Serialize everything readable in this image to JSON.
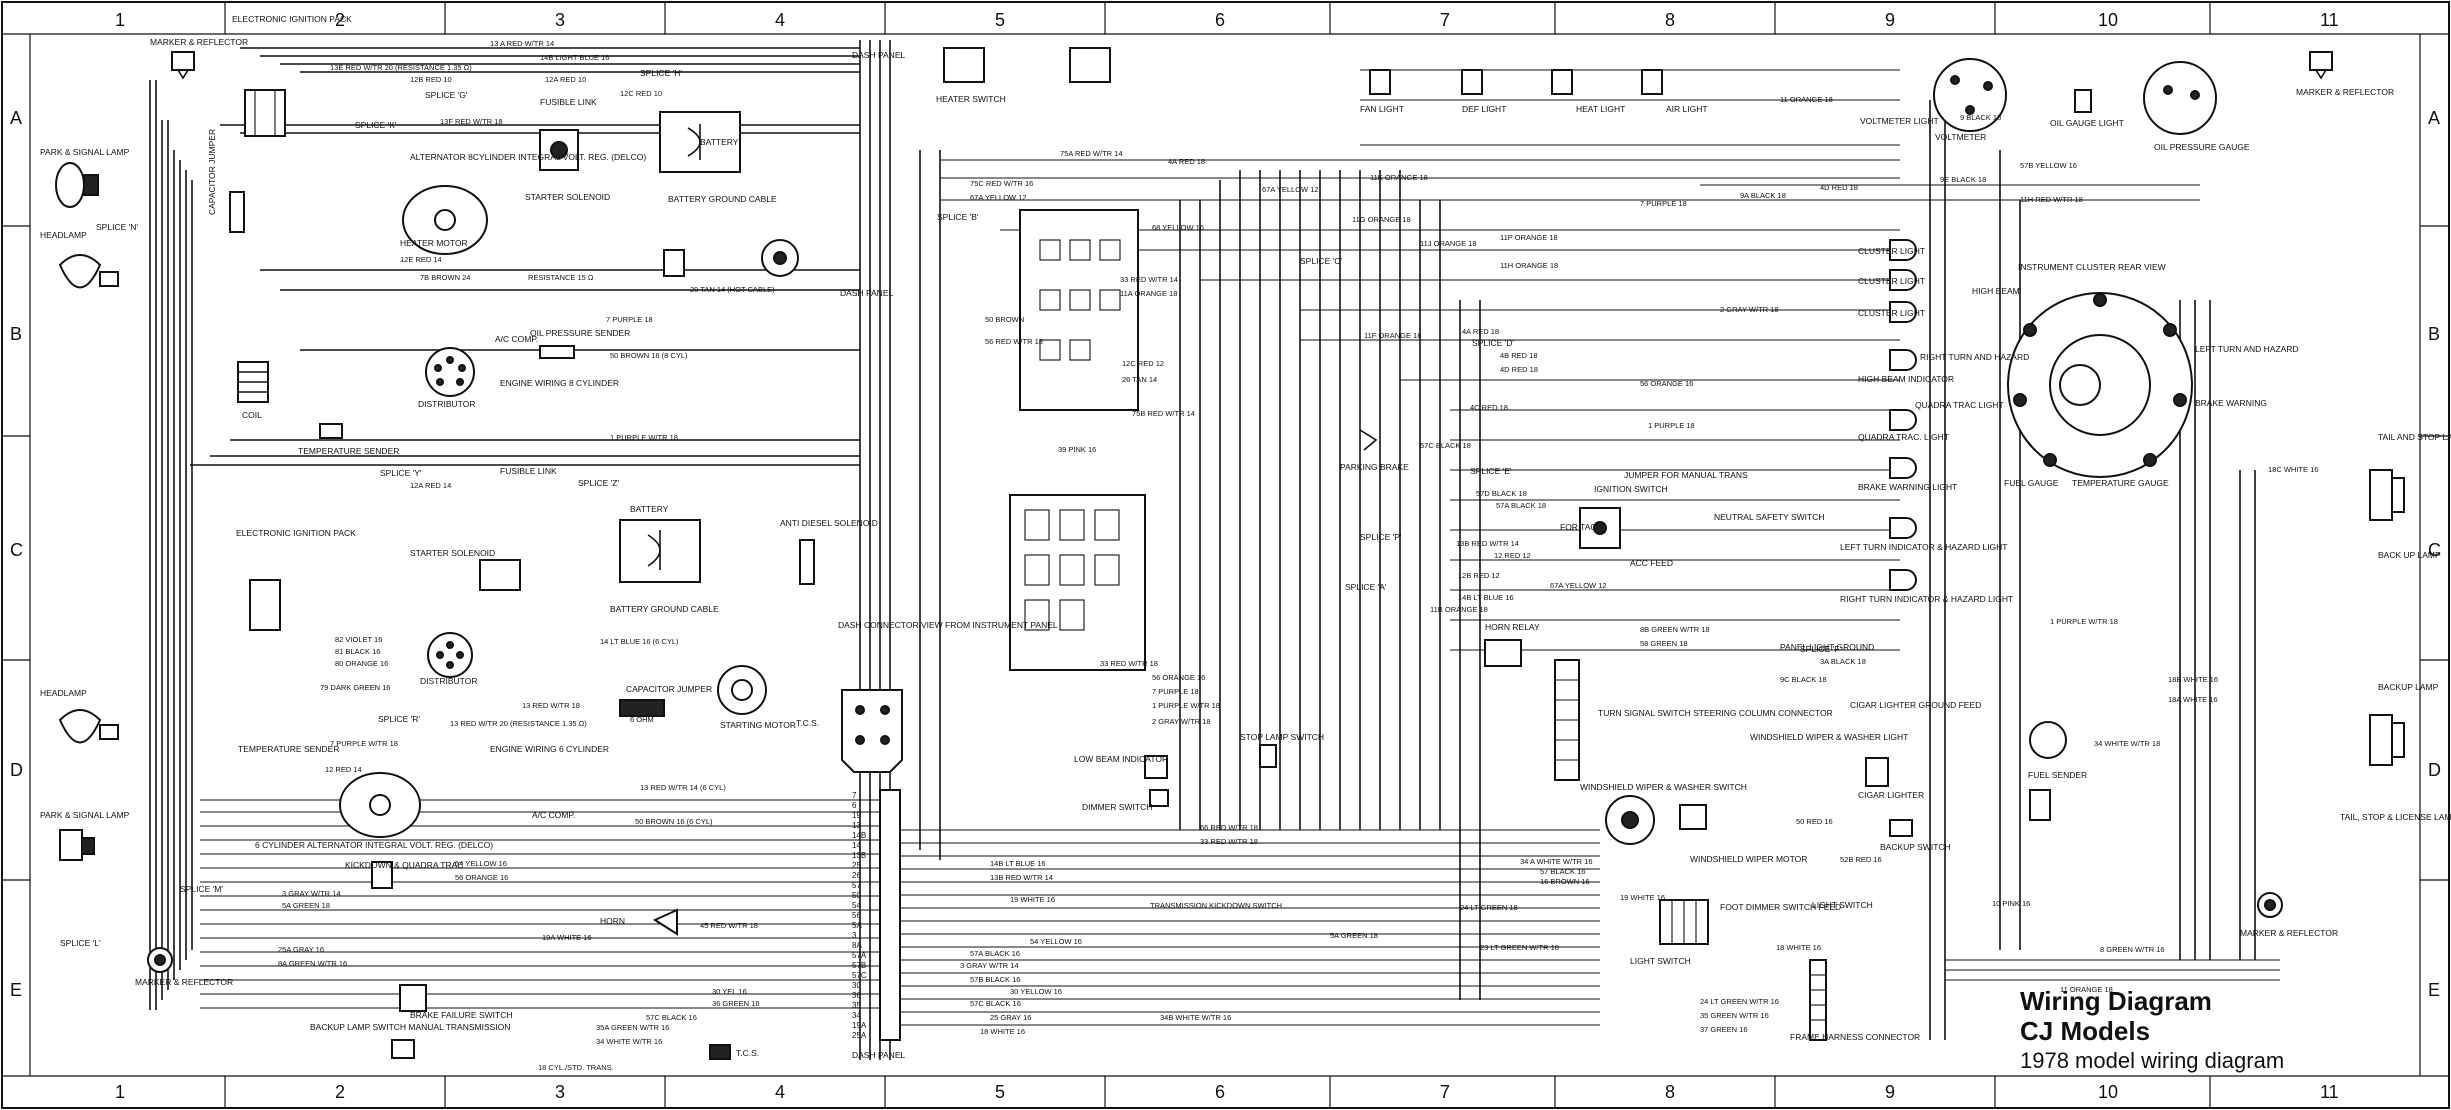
{
  "title": {
    "line1": "Wiring Diagram",
    "line2": "CJ Models",
    "subtitle": "1978 model wiring diagram"
  },
  "grid": {
    "columns": [
      "1",
      "2",
      "3",
      "4",
      "5",
      "6",
      "7",
      "8",
      "9",
      "10",
      "11"
    ],
    "rows": [
      "A",
      "B",
      "C",
      "D",
      "E"
    ]
  },
  "components": {
    "marker_reflector_tl": "MARKER & REFLECTOR",
    "park_signal_top": "PARK & SIGNAL LAMP",
    "headlamp_top": "HEADLAMP",
    "headlamp_bottom": "HEADLAMP",
    "park_signal_bottom": "PARK & SIGNAL LAMP",
    "marker_reflector_bl": "MARKER & REFLECTOR",
    "electronic_ignition_top": "ELECTRONIC IGNITION PACK",
    "electronic_ignition_bottom": "ELECTRONIC IGNITION PACK",
    "capacitor_jumper": "CAPACITOR JUMPER",
    "coil": "COIL",
    "distributor_top": "DISTRIBUTOR",
    "distributor_bottom": "DISTRIBUTOR",
    "alternator_top": "ALTERNATOR 8CYLINDER INTEGRAL VOLT. REG. (DELCO)",
    "alternator_bottom": "6 CYLINDER ALTERNATOR INTEGRAL VOLT. REG. (DELCO)",
    "starter_solenoid_top": "STARTER SOLENOID",
    "starter_solenoid_bottom": "STARTER SOLENOID",
    "battery_top": "BATTERY",
    "battery_bottom": "BATTERY",
    "battery_ground_top": "BATTERY GROUND CABLE",
    "battery_ground_bottom": "BATTERY GROUND CABLE",
    "fusible_link_top": "FUSIBLE LINK",
    "fusible_link_bottom": "FUSIBLE LINK",
    "heater_motor": "HEATER MOTOR",
    "oil_pressure_sender_top": "OIL PRESSURE SENDER",
    "engine_wiring_8": "ENGINE WIRING 8 CYLINDER",
    "engine_wiring_6": "ENGINE WIRING 6 CYLINDER",
    "temperature_sender_top": "TEMPERATURE SENDER",
    "temperature_sender_bottom": "TEMPERATURE SENDER",
    "anti_diesel": "ANTI DIESEL SOLENOID",
    "starting_motor": "STARTING MOTOR",
    "kickdown": "KICKDOWN & QUADRA TRAC",
    "horn": "HORN",
    "brake_failure": "BRAKE FAILURE SWITCH",
    "backup_lamp_switch": "BACKUP LAMP SWITCH MANUAL TRANSMISSION",
    "dash_panel": "DASH PANEL",
    "dash_connector": "DASH CONNECTOR VIEW FROM INSTRUMENT PANEL",
    "heater_switch": "HEATER SWITCH",
    "fan_light": "FAN LIGHT",
    "def_light": "DEF LIGHT",
    "heat_light": "HEAT LIGHT",
    "air_light": "AIR LIGHT",
    "voltmeter": "VOLTMETER",
    "voltmeter_light": "VOLTMETER LIGHT",
    "oil_gauge_light": "OIL GAUGE LIGHT",
    "oil_pressure_gauge": "OIL PRESSURE GAUGE",
    "marker_reflector_tr": "MARKER & REFLECTOR",
    "cluster_light": "CLUSTER LIGHT",
    "high_beam_indicator": "HIGH BEAM INDICATOR",
    "quadra_trac_light": "QUADRA TRAC. LIGHT",
    "brake_warning_light": "BRAKE WARNING LIGHT",
    "left_turn_indicator": "LEFT TURN INDICATOR & HAZARD LIGHT",
    "right_turn_indicator": "RIGHT TURN INDICATOR & HAZARD LIGHT",
    "instrument_cluster_rear": "INSTRUMENT CLUSTER REAR VIEW",
    "high_beam": "HIGH BEAM",
    "right_turn_hazard": "RIGHT TURN AND HAZARD",
    "quadra_trac_light2": "QUADRA TRAC LIGHT",
    "left_turn_hazard": "LEFT TURN AND HAZARD",
    "brake_warning": "BRAKE WARNING",
    "fuel_gauge": "FUEL GAUGE",
    "temperature_gauge": "TEMPERATURE GAUGE",
    "tail_stop_lamp": "TAIL AND STOP LAMP",
    "back_up_lamp": "BACK UP LAMP",
    "backup_lamp": "BACKUP LAMP",
    "tail_stop_license": "TAIL, STOP & LICENSE LAMP",
    "marker_reflector_br": "MARKER & REFLECTOR",
    "fuel_sender": "FUEL SENDER",
    "ignition_switch": "IGNITION SWITCH",
    "jumper_manual_trans": "JUMPER FOR MANUAL TRANS",
    "neutral_safety": "NEUTRAL SAFETY SWITCH",
    "horn_relay": "HORN RELAY",
    "turn_signal_switch": "TURN SIGNAL SWITCH STEERING COLUMN CONNECTOR",
    "windshield_wiper_switch": "WINDSHIELD WIPER & WASHER SWITCH",
    "windshield_wiper_light": "WINDSHIELD WIPER & WASHER LIGHT",
    "windshield_wiper_motor": "WINDSHIELD WIPER MOTOR",
    "cigar_lighter": "CIGAR LIGHTER",
    "cigar_lighter_ground": "CIGAR LIGHTER GROUND FEED",
    "backup_switch": "BACKUP SWITCH",
    "light_switch": "LIGHT SWITCH",
    "foot_dimmer": "FOOT DIMMER SWITCH FEED",
    "low_beam_indicator": "LOW BEAM INDICATOR",
    "dimmer_switch": "DIMMER SWITCH",
    "stop_lamp_switch": "STOP LAMP SWITCH",
    "parking_brake": "PARKING BRAKE",
    "panel_light_ground": "PANEL LIGHT GROUND",
    "frame_harness": "FRAME HARNESS CONNECTOR",
    "tcs": "T.C.S.",
    "acc_feed": "ACC FEED",
    "for_tach": "FOR TACH",
    "splice_a": "SPLICE 'A'",
    "splice_b": "SPLICE 'B'",
    "splice_c": "SPLICE 'C'",
    "splice_d": "SPLICE 'D'",
    "splice_e": "SPLICE 'E'",
    "splice_f": "SPLICE 'F'",
    "splice_g": "SPLICE 'G'",
    "splice_h": "SPLICE 'H'",
    "splice_k": "SPLICE 'K'",
    "splice_l": "SPLICE 'L'",
    "splice_m": "SPLICE 'M'",
    "splice_n": "SPLICE 'N'",
    "splice_p": "SPLICE 'P'",
    "splice_r": "SPLICE 'R'",
    "splice_y": "SPLICE 'Y'",
    "splice_z": "SPLICE 'Z'",
    "ac_comp_top": "A/C COMP.",
    "ac_comp_bottom": "A/C COMP."
  },
  "wire_labels": {
    "w1": "13 A RED W/TR 14",
    "w2": "14B LIGHT BLUE 16",
    "w3": "13E RED W/TR 20 (RESISTANCE 1.35 Ω)",
    "w4": "12B RED 10",
    "w5": "12A RED 10",
    "w6": "12C RED 10",
    "w7": "13F RED W/TR 18",
    "w8": "12E RED 14",
    "w9": "7B BROWN 24",
    "w10": "RESISTANCE 15 Ω",
    "w11": "20 TAN 14 (HOT CABLE)",
    "w12": "7 PURPLE 18",
    "w13": "50 BROWN 16 (8 CYL)",
    "w14": "1 PURPLE W/TR 18",
    "w15": "12A RED 14",
    "w16": "14 LT BLUE 16 (6 CYL)",
    "w17": "82 VIOLET 16",
    "w18": "81 BLACK 16",
    "w19": "80 ORANGE 16",
    "w20": "79 DARK GREEN 16",
    "w21": "13 RED W/TR 18",
    "w22": "6 OHM",
    "w23": "12 RED 14",
    "w24": "7 PURPLE W/TR 18",
    "w25": "13 RED W/TR 14 (6 CYL)",
    "w26": "13 RED W/TR 20 (RESISTANCE 1.35 Ω)",
    "w27": "50 BROWN 16 (6 CYL)",
    "w28": "54 YELLOW 16",
    "w29": "56 ORANGE 16",
    "w30": "3 GRAY W/TR 14",
    "w31": "5A GREEN 18",
    "w32": "19A WHITE 16",
    "w33": "25A GRAY 16",
    "w34": "8A GREEN W/TR 16",
    "w35": "45 RED W/TR 18",
    "w36": "30 YEL 16",
    "w37": "36 GREEN 16",
    "w38": "57C BLACK 16",
    "w39": "35A GREEN W/TR 16",
    "w40": "34 WHITE W/TR 16",
    "w41": "18 CYL./STD. TRANS.",
    "w42": "75A RED W/TR 14",
    "w43": "4A RED 18",
    "w44": "75C RED W/TR 16",
    "w45": "67A YELLOW 12",
    "w46": "68 YELLOW 16",
    "w47": "33 RED W/TR 14",
    "w48": "11A ORANGE 18",
    "w49": "50 BROWN",
    "w50": "56 RED W/TR 18",
    "w51": "12C RED 12",
    "w52": "26 TAN 14",
    "w53": "75B RED W/TR 14",
    "w54": "39 PINK 16",
    "w55": "67A YELLOW 12",
    "w56": "11K ORANGE 18",
    "w57": "7 PURPLE 18",
    "w58": "11G ORANGE 18",
    "w59": "11J ORANGE 18",
    "w60": "11P ORANGE 18",
    "w61": "11H ORANGE 18",
    "w62": "2 GRAY W/TR 18",
    "w63": "11F ORANGE 18",
    "w64": "4A RED 18",
    "w65": "4B RED 18",
    "w66": "4D RED 18",
    "w67": "56 ORANGE 16",
    "w68": "4C RED 18",
    "w69": "1 PURPLE 18",
    "w70": "57C BLACK 18",
    "w71": "57D BLACK 18",
    "w72": "57A BLACK 18",
    "w73": "13B RED W/TR 14",
    "w74": "12 RED 12",
    "w75": "12B RED 12",
    "w76": "67A YELLOW 12",
    "w77": "14B LT BLUE 16",
    "w78": "11B ORANGE 18",
    "w79": "8B GREEN W/TR 18",
    "w80": "58 GREEN 18",
    "w81": "9C BLACK 18",
    "w82": "3A BLACK 18",
    "w83": "50 RED 16",
    "w84": "52B RED 16",
    "w85": "10 PINK 16",
    "w86": "18 WHITE 16",
    "w87": "9 BLACK 18",
    "w88": "9E BLACK 18",
    "w89": "9A BLACK 18",
    "w90": "11 ORANGE 18",
    "w91": "11H RED W/TR 18",
    "w92": "57B YELLOW 16",
    "w93": "4D RED 18",
    "w94": "18C WHITE 16",
    "w95": "18B WHITE 16",
    "w96": "18A WHITE 16",
    "w97": "34 WHITE W/TR 18",
    "w98": "8 GREEN W/TR 16",
    "w99": "11 ORANGE 18",
    "w100": "1 PURPLE W/TR 18",
    "w101": "33 RED W/TR 18",
    "w102": "56 ORANGE 16",
    "w103": "7 PURPLE 18",
    "w104": "1 PURPLE W/TR 18",
    "w105": "2 GRAY W/TR 18",
    "w106": "66 RED W/TR 18",
    "w107": "33 RED W/TR 18",
    "w108": "14B LT BLUE 16",
    "w109": "13B RED W/TR 14",
    "w110": "19 WHITE 16",
    "w111": "TRANSMISSION KICKDOWN SWITCH",
    "w112": "5A GREEN 18",
    "w113": "54 YELLOW 16",
    "w114": "57A BLACK 16",
    "w115": "3 GRAY W/TR 14",
    "w116": "57B BLACK 16",
    "w117": "30 YELLOW 16",
    "w118": "57C BLACK 16",
    "w119": "25 GRAY 16",
    "w120": "18 WHITE 16",
    "w121": "34B WHITE W/TR 16",
    "w122": "34 A WHITE W/TR 16",
    "w123": "57 BLACK 16",
    "w124": "19 WHITE 16",
    "w125": "16 BROWN 16",
    "w126": "24 LT GREEN 18",
    "w127": "23 LT GREEN W/TR 18",
    "w128": "24 LT GREEN W/TR 16",
    "w129": "35 GREEN W/TR 16",
    "w130": "37 GREEN 16"
  },
  "connector_pins": [
    "7",
    "6",
    "19",
    "13",
    "14B",
    "14",
    "13B",
    "25",
    "26",
    "57",
    "50",
    "54",
    "56",
    "5A",
    "3",
    "8A",
    "57A",
    "57B",
    "57C",
    "30",
    "36",
    "35",
    "34",
    "19A",
    "25A"
  ],
  "cluster_lights": [
    "CLUSTER LIGHT",
    "CLUSTER LIGHT",
    "CLUSTER LIGHT"
  ]
}
